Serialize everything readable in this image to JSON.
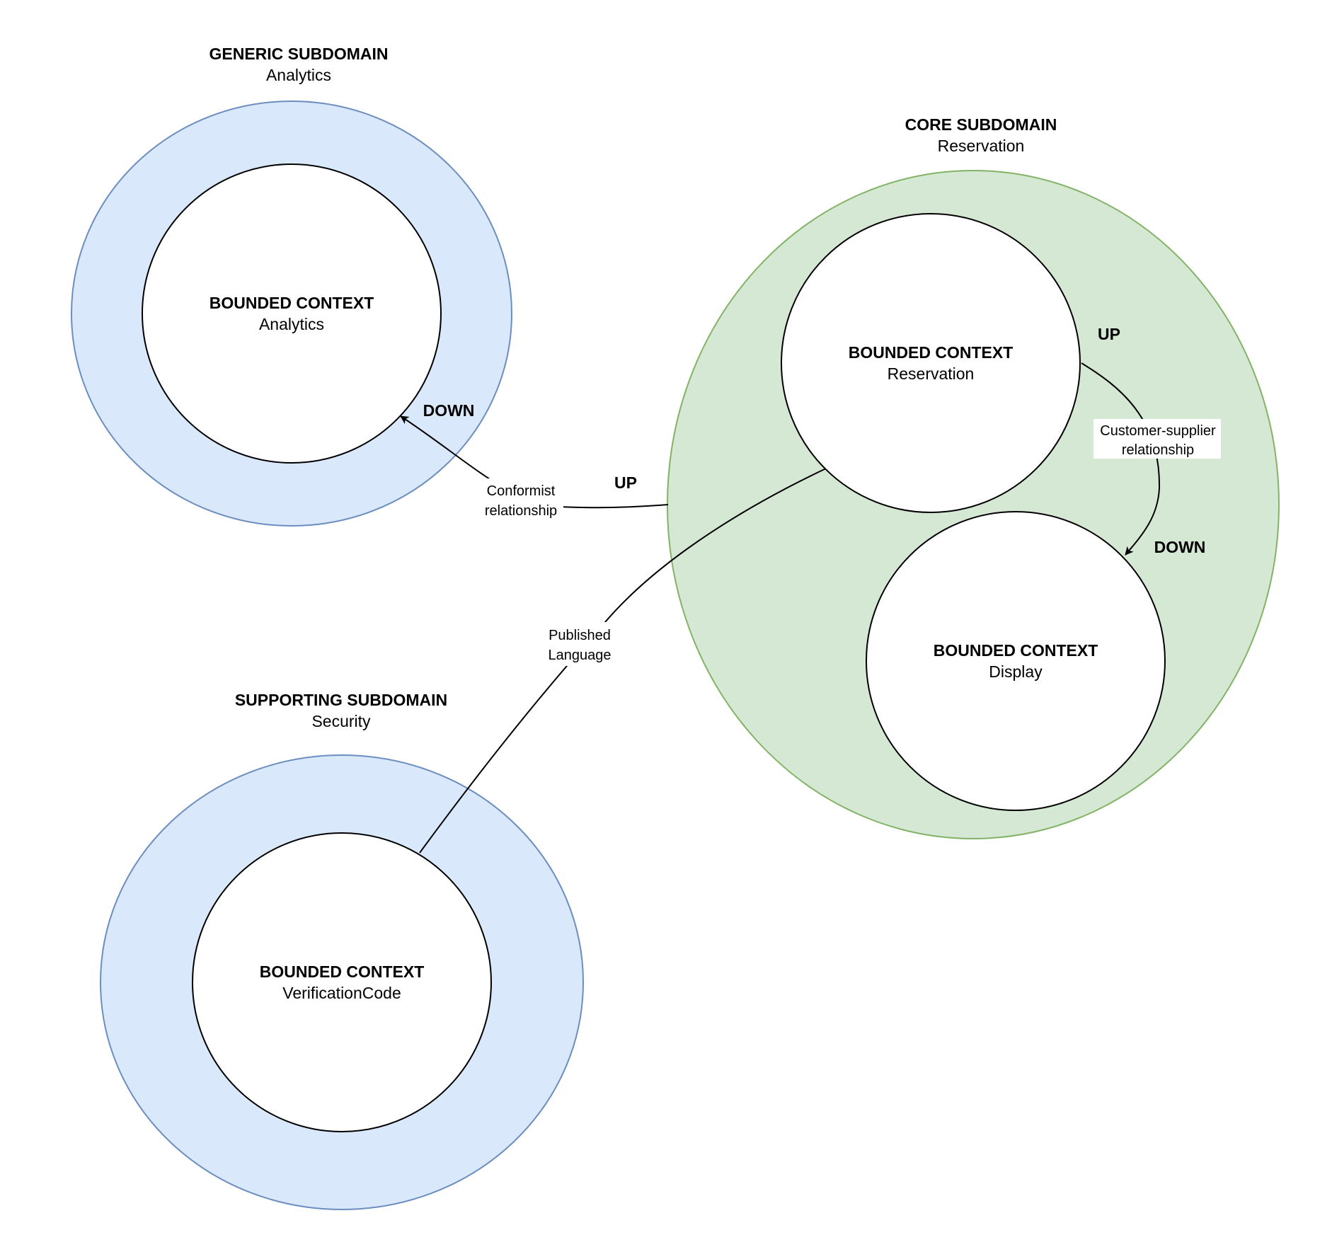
{
  "subdomains": {
    "generic": {
      "title": "GENERIC SUBDOMAIN",
      "name": "Analytics",
      "fill": "#dae8fc",
      "stroke": "#6c8ebf"
    },
    "core": {
      "title": "CORE SUBDOMAIN",
      "name": "Reservation",
      "fill": "#d5e8d4",
      "stroke": "#82b366"
    },
    "supporting": {
      "title": "SUPPORTING SUBDOMAIN",
      "name": "Security",
      "fill": "#dae8fc",
      "stroke": "#6c8ebf"
    }
  },
  "contexts": {
    "analytics": {
      "title": "BOUNDED CONTEXT",
      "name": "Analytics"
    },
    "reservation": {
      "title": "BOUNDED CONTEXT",
      "name": "Reservation"
    },
    "display": {
      "title": "BOUNDED CONTEXT",
      "name": "Display"
    },
    "verification": {
      "title": "BOUNDED CONTEXT",
      "name": "VerificationCode"
    }
  },
  "relationships": {
    "conformist": {
      "line1": "Conformist",
      "line2": "relationship",
      "up": "UP",
      "down": "DOWN"
    },
    "customer_supplier": {
      "line1": "Customer-supplier",
      "line2": "relationship",
      "up": "UP",
      "down": "DOWN"
    },
    "published_language": {
      "line1": "Published",
      "line2": "Language"
    }
  }
}
